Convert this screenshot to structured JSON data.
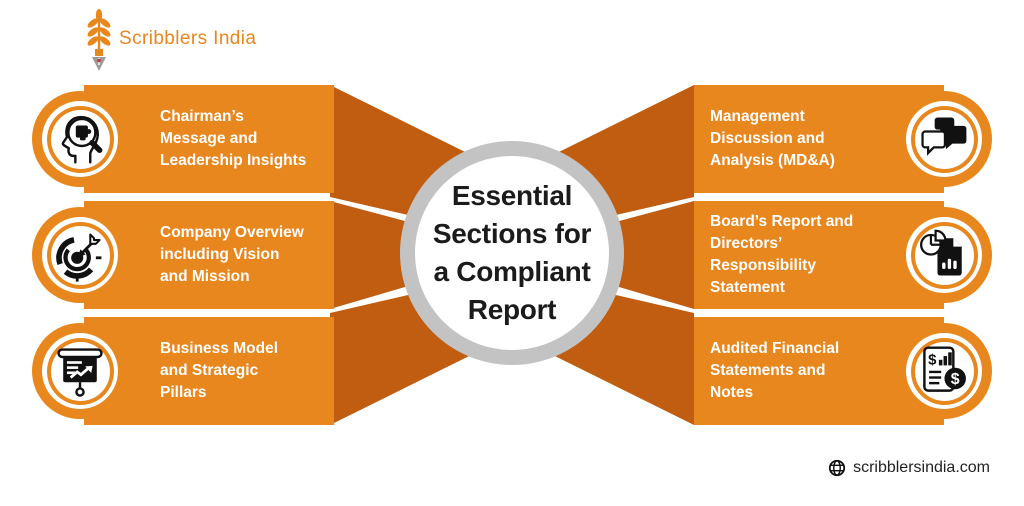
{
  "brand": {
    "name": "Scribblers India"
  },
  "center": {
    "title": "Essential Sections for a Compliant Report",
    "title_lines": [
      "Essential",
      "Sections for",
      "a Compliant",
      "Report"
    ]
  },
  "left_items": [
    {
      "icon": "head-magnifier-icon",
      "label": "Chairman’s Message and Leadership Insights",
      "lines": [
        "Chairman’s",
        "Message and",
        "Leadership Insights"
      ]
    },
    {
      "icon": "target-dart-icon",
      "label": "Company Overview including Vision and Mission",
      "lines": [
        "Company Overview",
        "including Vision",
        "and Mission"
      ]
    },
    {
      "icon": "presentation-chart-icon",
      "label": "Business Model and Strategic Pillars",
      "lines": [
        "Business Model",
        "and Strategic",
        "Pillars"
      ]
    }
  ],
  "right_items": [
    {
      "icon": "chat-bubbles-icon",
      "label": "Management Discussion and Analysis (MD&A)",
      "lines": [
        "Management",
        "Discussion and",
        "Analysis (MD&A)"
      ]
    },
    {
      "icon": "report-piechart-icon",
      "label": "Board’s Report and Directors’ Responsibility Statement",
      "lines": [
        "Board’s Report and",
        "Directors’",
        "Responsibility",
        "Statement"
      ]
    },
    {
      "icon": "financial-statement-icon",
      "label": "Audited Financial Statements and Notes",
      "lines": [
        "Audited Financial",
        "Statements and",
        "Notes"
      ]
    }
  ],
  "footer": {
    "website": "scribblersindia.com"
  },
  "icons": {
    "dollar_glyph": "$"
  },
  "colors": {
    "orange": "#E8871D",
    "dark_orange": "#C05D10",
    "ring_gray": "#C3C3C3",
    "text_dark": "#1B1B1B",
    "icon_black": "#111111"
  }
}
